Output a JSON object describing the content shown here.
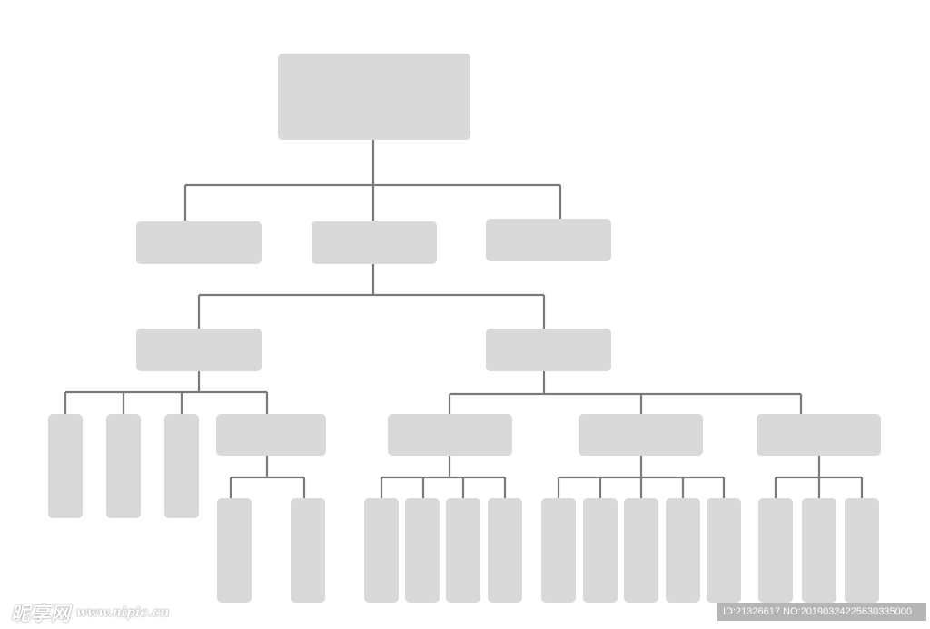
{
  "org_chart": {
    "box_color": "#d9d9d9",
    "line_color": "#7a7a7a",
    "root": {
      "children": 3
    },
    "level2": [
      {
        "children": 0
      },
      {
        "children": 2
      },
      {
        "children": 0
      }
    ],
    "level3": [
      {
        "children": 4
      },
      {
        "children": 3
      }
    ],
    "level4_left": [
      {
        "children": 0
      },
      {
        "children": 0
      },
      {
        "children": 0
      },
      {
        "children": 2
      }
    ],
    "level4_right": [
      {
        "children": 4
      },
      {
        "children": 5
      },
      {
        "children": 3
      }
    ]
  },
  "watermark": {
    "logo_text": "昵享网",
    "url_text": "www.nipic.cn",
    "id_text": "ID:21326617 NO:20190324225630335000"
  }
}
